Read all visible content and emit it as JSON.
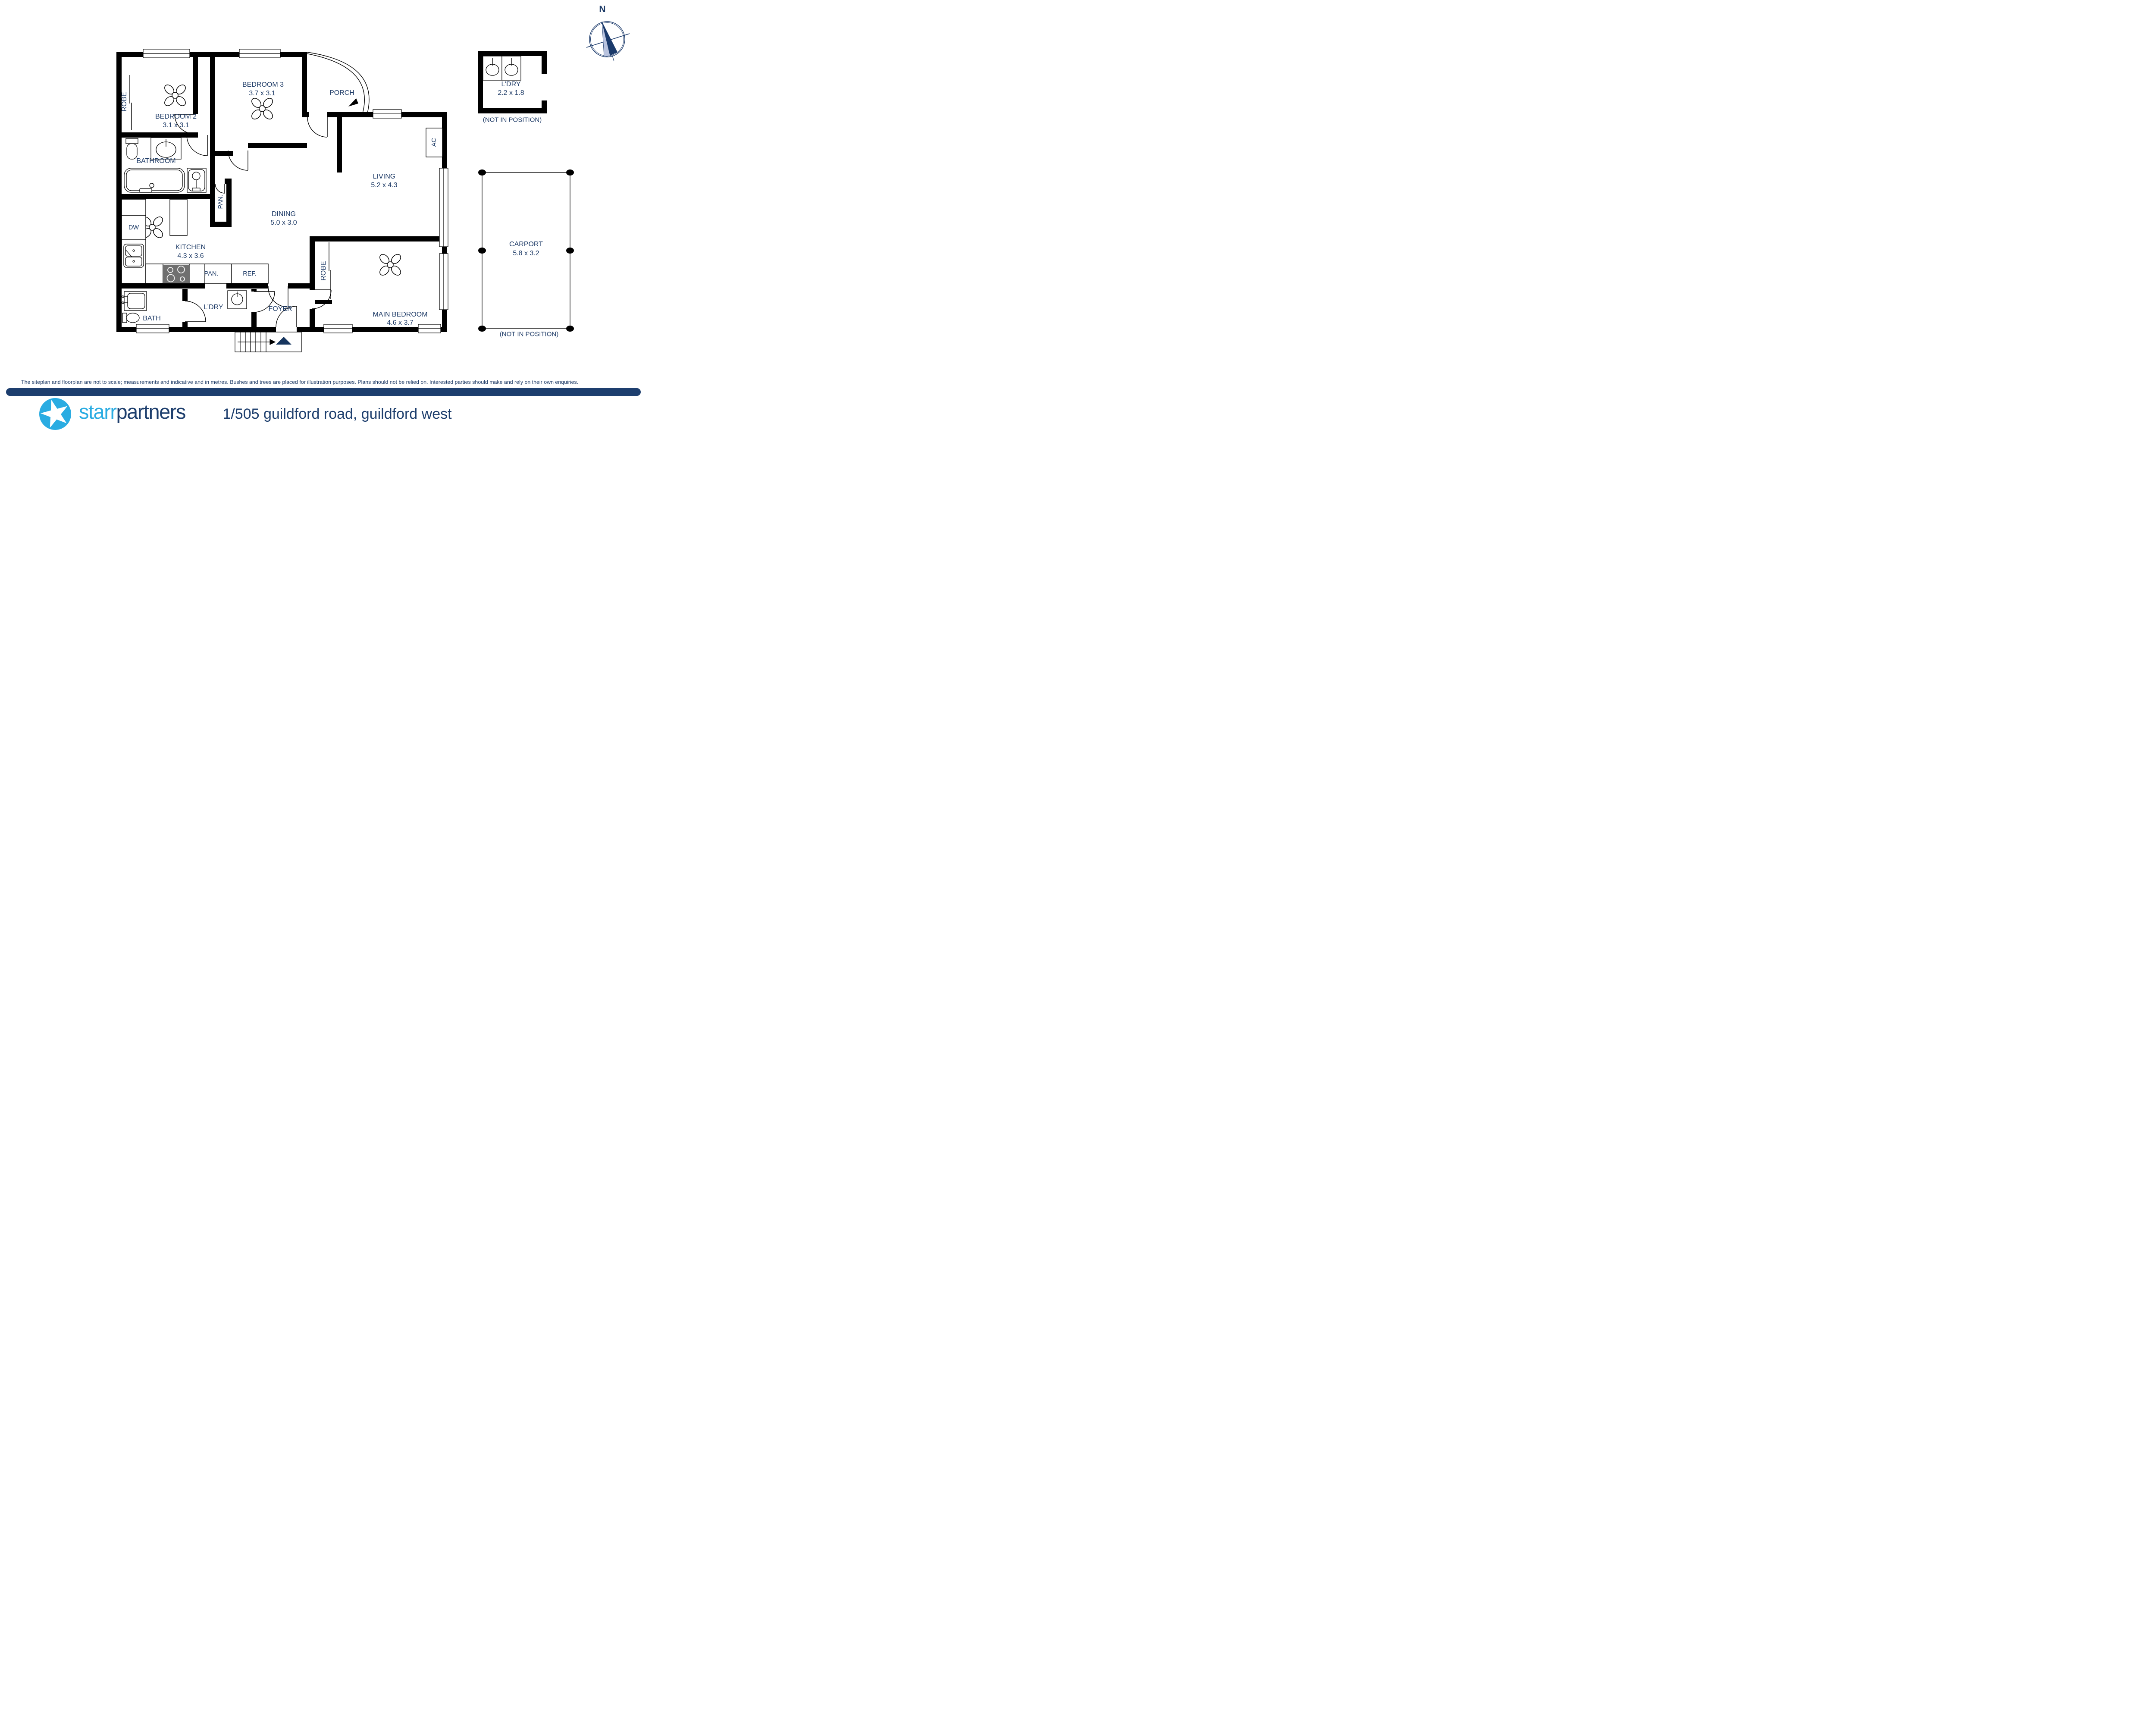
{
  "page": {
    "disclaimer": "The siteplan and floorplan are not to scale; measurements and indicative and in metres. Bushes and trees are placed for illustration purposes. Plans should not be relied on. Interested parties should make and rely on their own enquiries.",
    "address": "1/505 guildford road, guildford west",
    "brand": {
      "part1": "starr",
      "part2": "partners"
    },
    "compass": {
      "label": "N"
    }
  },
  "colors": {
    "navy_text": "#1d3a66",
    "bar_navy": "#1d3e6e",
    "accent_blue": "#2aace2",
    "entry_triangle": "#16355e",
    "wall": "#000000",
    "cooktop_gray": "#6f6f6f",
    "compass_needle_dark": "#1b3a6b",
    "compass_needle_light": "#b9c3de"
  },
  "rooms": {
    "bedroom2": {
      "name": "BEDROOM 2",
      "dims": "3.1 x 3.1"
    },
    "bedroom3": {
      "name": "BEDROOM 3",
      "dims": "3.7 x 3.1"
    },
    "porch": {
      "name": "PORCH"
    },
    "living": {
      "name": "LIVING",
      "dims": "5.2 x 4.3"
    },
    "dining": {
      "name": "DINING",
      "dims": "5.0 x 3.0"
    },
    "kitchen": {
      "name": "KITCHEN",
      "dims": "4.3 x 3.6"
    },
    "bathroom": {
      "name": "BATHROOM"
    },
    "bath": {
      "name": "BATH"
    },
    "laundry": {
      "name": "L’DRY"
    },
    "foyer": {
      "name": "FOYER"
    },
    "main_bedroom": {
      "name": "MAIN BEDROOM",
      "dims": "4.6 x 3.7"
    }
  },
  "fixtures": {
    "robe_bedroom2": "ROBE",
    "robe_main_bedroom": "ROBE",
    "pantry_closet": "PAN.",
    "pantry_counter": "PAN.",
    "fridge": "REF.",
    "dishwasher": "DW",
    "air_conditioner": "AC"
  },
  "outbuildings": {
    "laundry_unit": {
      "name": "L’DRY",
      "dims": "2.2 x 1.8",
      "note": "(NOT IN POSITION)"
    },
    "carport": {
      "name": "CARPORT",
      "dims": "5.8 x 3.2",
      "note": "(NOT IN POSITION)"
    }
  }
}
